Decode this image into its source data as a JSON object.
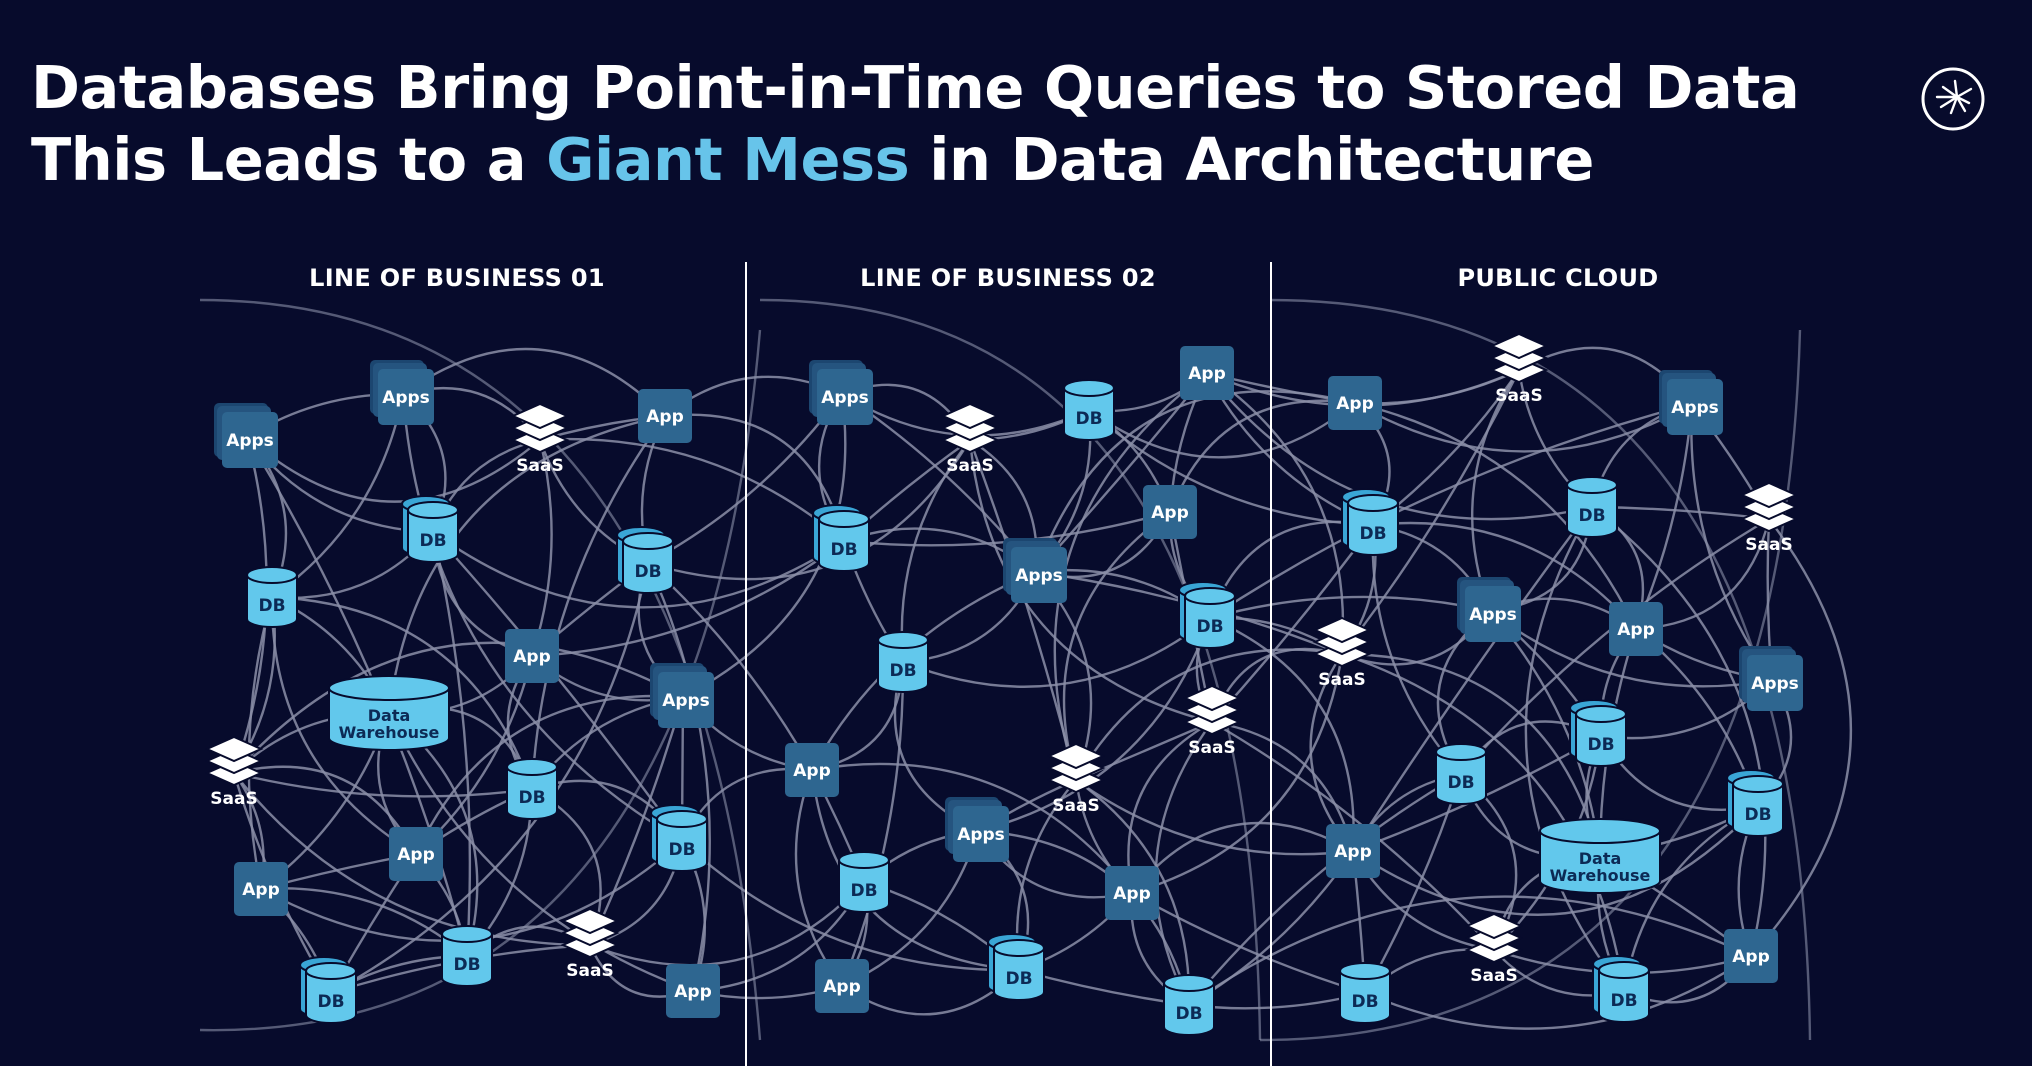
{
  "title": {
    "line1": "Databases Bring Point-in-Time Queries to Stored Data",
    "line2_prefix": "This Leads to a ",
    "line2_highlight": "Giant Mess",
    "line2_suffix": " in Data Architecture"
  },
  "lanes": [
    {
      "label": "LINE OF BUSINESS 01"
    },
    {
      "label": "LINE OF BUSINESS 02"
    },
    {
      "label": "PUBLIC CLOUD"
    }
  ],
  "colors": {
    "background": "#070b2c",
    "highlight": "#67c4ea",
    "db_light": "#62c8ec",
    "box_dark": "#2e6690",
    "wire": "#8b8fa8"
  },
  "logo_icon": "starburst-logo-icon",
  "node_labels": {
    "app": "App",
    "apps": "Apps",
    "db": "DB",
    "saas": "SaaS",
    "warehouse_line1": "Data",
    "warehouse_line2": "Warehouse"
  },
  "nodes": [
    {
      "type": "apps"
    },
    {
      "type": "apps"
    },
    {
      "type": "saas"
    },
    {
      "type": "app"
    },
    {
      "type": "db"
    },
    {
      "type": "db"
    },
    {
      "type": "db"
    },
    {
      "type": "app"
    },
    {
      "type": "apps"
    },
    {
      "type": "warehouse"
    },
    {
      "type": "saas"
    },
    {
      "type": "db"
    },
    {
      "type": "db"
    },
    {
      "type": "app"
    },
    {
      "type": "app"
    },
    {
      "type": "saas"
    },
    {
      "type": "db"
    },
    {
      "type": "db"
    },
    {
      "type": "app"
    },
    {
      "type": "apps"
    },
    {
      "type": "saas"
    },
    {
      "type": "db"
    },
    {
      "type": "app"
    },
    {
      "type": "db"
    },
    {
      "type": "app"
    },
    {
      "type": "apps"
    },
    {
      "type": "db"
    },
    {
      "type": "saas"
    },
    {
      "type": "db"
    },
    {
      "type": "saas"
    },
    {
      "type": "app"
    },
    {
      "type": "apps"
    },
    {
      "type": "db"
    },
    {
      "type": "app"
    },
    {
      "type": "app"
    },
    {
      "type": "db"
    },
    {
      "type": "db"
    },
    {
      "type": "app"
    },
    {
      "type": "saas"
    },
    {
      "type": "apps"
    },
    {
      "type": "db"
    },
    {
      "type": "db"
    },
    {
      "type": "saas"
    },
    {
      "type": "apps"
    },
    {
      "type": "app"
    },
    {
      "type": "saas"
    },
    {
      "type": "apps"
    },
    {
      "type": "db"
    },
    {
      "type": "db"
    },
    {
      "type": "db"
    },
    {
      "type": "app"
    },
    {
      "type": "warehouse"
    },
    {
      "type": "saas"
    },
    {
      "type": "db"
    },
    {
      "type": "db"
    },
    {
      "type": "app"
    }
  ]
}
